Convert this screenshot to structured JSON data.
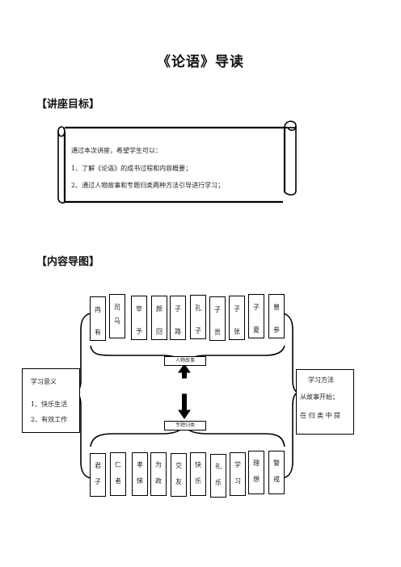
{
  "title": "《论语》导读",
  "section1": {
    "heading": "【讲座目标】"
  },
  "objective": {
    "intro": "通过本次讲座，希望学生可以：",
    "item1": "1、了解《论语》的成书过程和内容概要；",
    "item2": "2、通过人物故事和专题归类两种方法引导进行学习；"
  },
  "section2": {
    "heading": "【内容导图】"
  },
  "people": [
    {
      "top": "冉",
      "bottom": "有"
    },
    {
      "top": "司",
      "bottom": "马"
    },
    {
      "top": "宰",
      "bottom": "予"
    },
    {
      "top": "颜",
      "bottom": "回"
    },
    {
      "top": "子",
      "bottom": "路"
    },
    {
      "top": "孔",
      "bottom": "子"
    },
    {
      "top": "子",
      "bottom": "贡"
    },
    {
      "top": "子",
      "bottom": "张"
    },
    {
      "top": "子",
      "bottom": "夏"
    },
    {
      "top": "曾",
      "bottom": "参"
    }
  ],
  "topics": [
    {
      "top": "君",
      "bottom": "子"
    },
    {
      "top": "仁",
      "bottom": "者"
    },
    {
      "top": "孝",
      "bottom": "悌"
    },
    {
      "top": "为",
      "bottom": "政"
    },
    {
      "top": "交",
      "bottom": "友"
    },
    {
      "top": "快",
      "bottom": "乐"
    },
    {
      "top": "礼",
      "bottom": "乐"
    },
    {
      "top": "学",
      "bottom": "习"
    },
    {
      "top": "理",
      "bottom": "想"
    },
    {
      "top": "警",
      "bottom": "戒"
    }
  ],
  "label_people": "人物故事",
  "label_topics": "专题归类",
  "left_box": {
    "title": "学习意义",
    "line1": "1、快乐生活",
    "line2": "2、有效工作"
  },
  "right_box": {
    "title": "学习方法",
    "line1": "从故事开始；",
    "line2": "在 归 类 中 提"
  }
}
